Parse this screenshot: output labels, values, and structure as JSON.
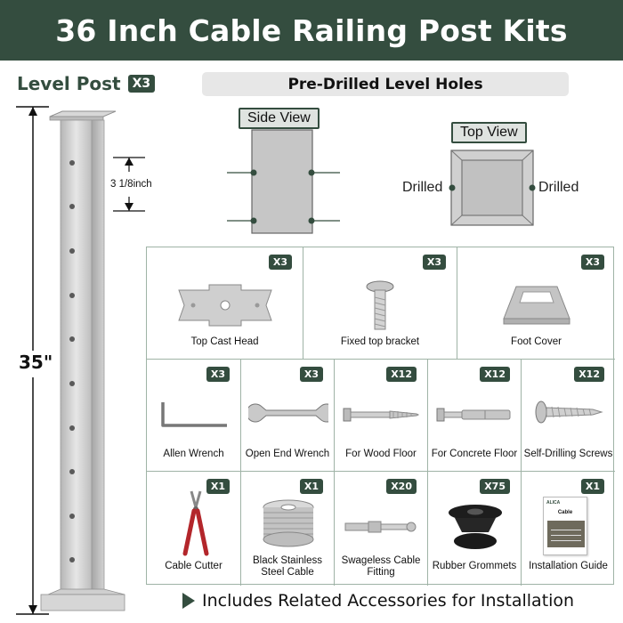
{
  "header": {
    "title": "36 Inch Cable Railing Post Kits"
  },
  "level_post": {
    "label": "Level Post",
    "qty": "X3",
    "height_label": "35\"",
    "spacing_label": "3 1/8inch"
  },
  "predrilled": {
    "title": "Pre-Drilled Level Holes",
    "side_view_label": "Side View",
    "top_view_label": "Top View",
    "drilled_left": "Drilled",
    "drilled_right": "Drilled"
  },
  "accessories": [
    {
      "name": "Top Cast Head",
      "qty": "X3",
      "icon": "top-cast-head-icon"
    },
    {
      "name": "Fixed top bracket",
      "qty": "X3",
      "icon": "bolt-icon"
    },
    {
      "name": "Foot Cover",
      "qty": "X3",
      "icon": "foot-cover-icon"
    },
    {
      "name": "Allen Wrench",
      "qty": "X3",
      "icon": "allen-wrench-icon"
    },
    {
      "name": "Open End Wrench",
      "qty": "X3",
      "icon": "open-end-wrench-icon"
    },
    {
      "name": "For Wood Floor",
      "qty": "X12",
      "icon": "lag-screw-icon"
    },
    {
      "name": "For Concrete Floor",
      "qty": "X12",
      "icon": "concrete-anchor-icon"
    },
    {
      "name": "Self-Drilling Screws",
      "qty": "X12",
      "icon": "screw-icon"
    },
    {
      "name": "Cable Cutter",
      "qty": "X1",
      "icon": "cable-cutter-icon"
    },
    {
      "name": "Black Stainless Steel Cable",
      "qty": "X1",
      "icon": "cable-spool-icon"
    },
    {
      "name": "Swageless Cable Fitting",
      "qty": "X20",
      "icon": "cable-fitting-icon"
    },
    {
      "name": "Rubber Grommets",
      "qty": "X75",
      "icon": "grommet-icon"
    },
    {
      "name": "Installation Guide",
      "qty": "X1",
      "icon": "guide-booklet-icon"
    }
  ],
  "guide_cover": {
    "brand": "ALICA",
    "title": "Cable"
  },
  "footer": {
    "text": "Includes Related Accessories for Installation"
  },
  "colors": {
    "brand": "#344d3f",
    "grid_border": "#9fb3a6",
    "steel": "#c9c9c9"
  }
}
